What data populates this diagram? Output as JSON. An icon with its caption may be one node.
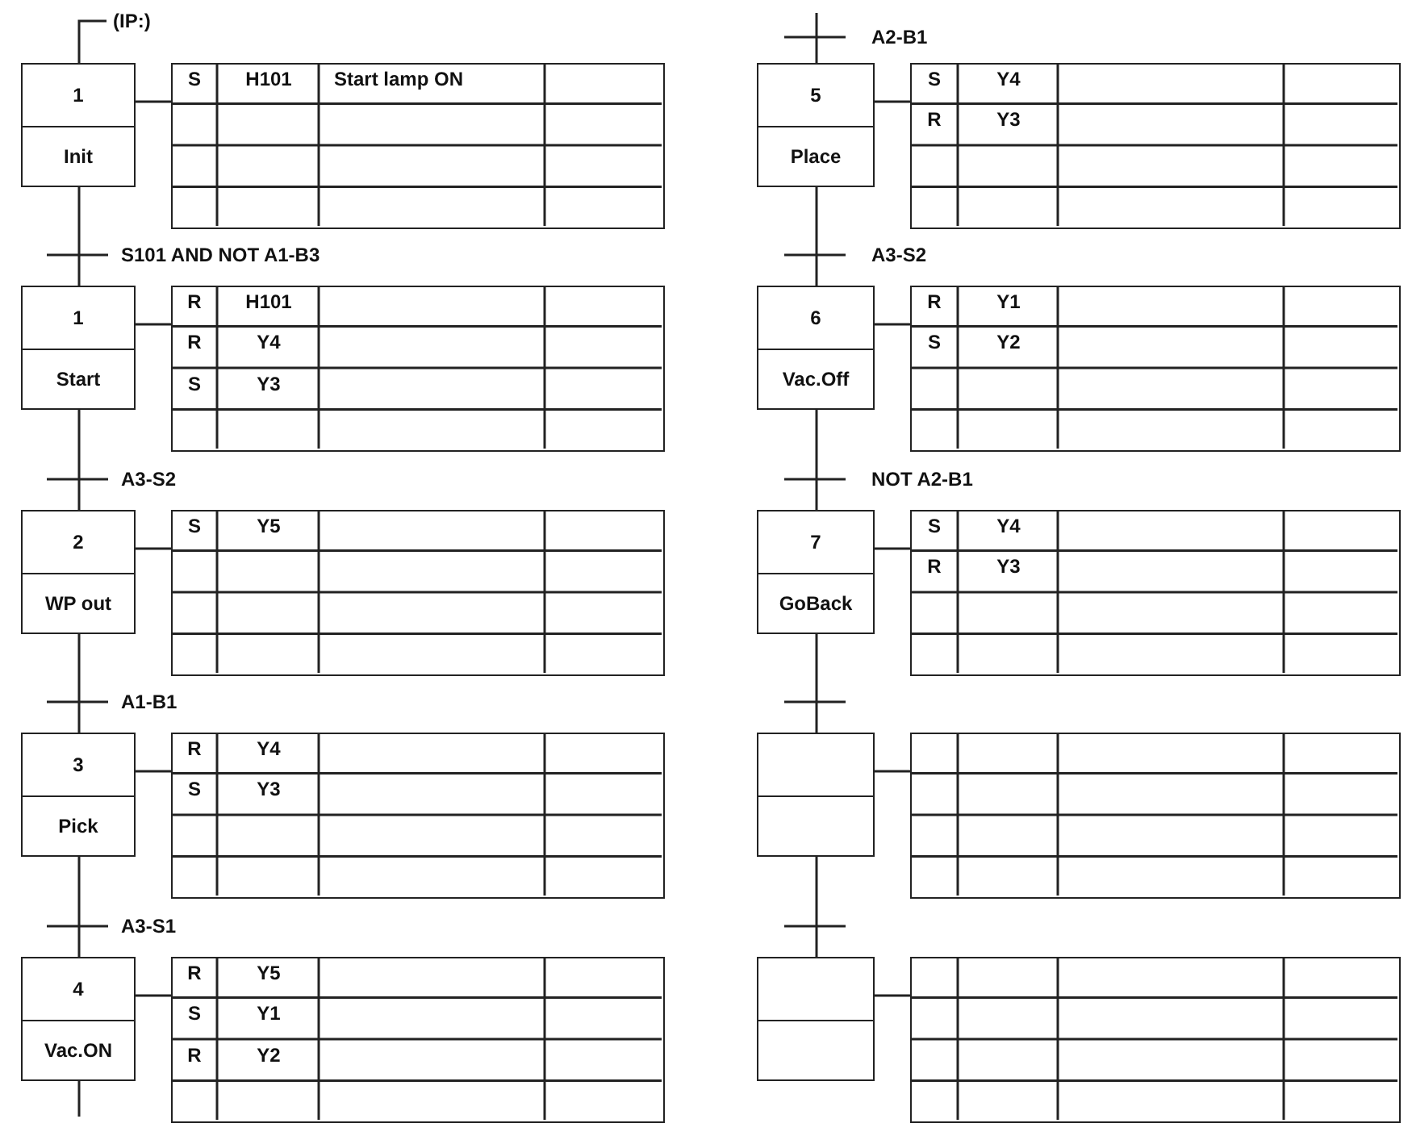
{
  "diagram": {
    "nodes": [
      {
        "text": [
          "1",
          "Init"
        ]
      },
      {
        "text": [],
        "shape": "box"
      },
      {
        "text": [
          "S",
          "H101",
          "Start lamp ON"
        ],
        "in": 1
      },
      {
        "text": [
          "1",
          "Start"
        ]
      },
      {
        "text": [],
        "shape": "box"
      },
      {
        "text": [
          "R",
          "H101"
        ],
        "in": 4
      },
      {
        "text": [
          "R",
          "Y4"
        ],
        "in": 4
      },
      {
        "text": [
          "S",
          "Y3"
        ],
        "in": 4
      },
      {
        "text": [
          "2",
          "WP out"
        ]
      },
      {
        "text": [],
        "shape": "box"
      },
      {
        "text": [
          "S",
          "Y5"
        ],
        "in": 9
      },
      {
        "text": [
          "3",
          "Pick"
        ]
      },
      {
        "text": [],
        "shape": "box"
      },
      {
        "text": [
          "R",
          "Y4"
        ],
        "in": 12
      },
      {
        "text": [
          "S",
          "Y3"
        ],
        "in": 12
      },
      {
        "text": [
          "4",
          "Vac.ON"
        ]
      },
      {
        "text": [],
        "shape": "box"
      },
      {
        "text": [
          "R",
          "Y5"
        ],
        "in": 16
      },
      {
        "text": [
          "S",
          "Y1"
        ],
        "in": 16
      },
      {
        "text": [
          "R",
          "Y2"
        ],
        "in": 16
      },
      {
        "text": [
          "5",
          "Place"
        ]
      },
      {
        "text": [],
        "shape": "box"
      },
      {
        "text": [
          "S",
          "Y4"
        ],
        "in": 21
      },
      {
        "text": [
          "R",
          "Y3"
        ],
        "in": 21
      },
      {
        "text": [
          "6",
          "Vac.Off"
        ]
      },
      {
        "text": [],
        "shape": "box"
      },
      {
        "text": [
          "R",
          "Y1"
        ],
        "in": 25
      },
      {
        "text": [
          "S",
          "Y2"
        ],
        "in": 25
      },
      {
        "text": [
          "7",
          "GoBack"
        ]
      },
      {
        "text": [],
        "shape": "box"
      },
      {
        "text": [
          "S",
          "Y4"
        ],
        "in": 29
      },
      {
        "text": [
          "R",
          "Y3"
        ],
        "in": 29
      },
      {
        "text": [],
        "shape": "box"
      },
      {
        "text": [],
        "shape": "box"
      },
      {
        "text": [],
        "shape": "box"
      },
      {
        "text": [],
        "shape": "box"
      }
    ],
    "edges": [
      {
        "from": null,
        "to": 0,
        "arrow": "none",
        "label": "(IP:)"
      },
      {
        "from": 0,
        "to": 1,
        "arrow": "none"
      },
      {
        "from": 0,
        "to": 3,
        "arrow": "none",
        "label": "S101 AND NOT A1-B3"
      },
      {
        "from": 3,
        "to": 4,
        "arrow": "none"
      },
      {
        "from": 3,
        "to": 8,
        "arrow": "none",
        "label": "A3-S2"
      },
      {
        "from": 8,
        "to": 9,
        "arrow": "none"
      },
      {
        "from": 8,
        "to": 11,
        "arrow": "none",
        "label": "A1-B1"
      },
      {
        "from": 11,
        "to": 12,
        "arrow": "none"
      },
      {
        "from": 11,
        "to": 15,
        "arrow": "none",
        "label": "A3-S1"
      },
      {
        "from": 15,
        "to": 16,
        "arrow": "none"
      },
      {
        "from": 15,
        "to": null,
        "arrow": "none"
      },
      {
        "from": null,
        "to": 20,
        "arrow": "none",
        "label": "A2-B1"
      },
      {
        "from": 20,
        "to": 21,
        "arrow": "none"
      },
      {
        "from": 20,
        "to": 24,
        "arrow": "none",
        "label": "A3-S2"
      },
      {
        "from": 24,
        "to": 25,
        "arrow": "none"
      },
      {
        "from": 24,
        "to": 28,
        "arrow": "none",
        "label": "NOT A2-B1"
      },
      {
        "from": 28,
        "to": 29,
        "arrow": "none"
      },
      {
        "from": 28,
        "to": 32,
        "arrow": "none"
      },
      {
        "from": 32,
        "to": 33,
        "arrow": "none"
      },
      {
        "from": 32,
        "to": 34,
        "arrow": "none"
      },
      {
        "from": 34,
        "to": 35,
        "arrow": "none"
      }
    ]
  }
}
